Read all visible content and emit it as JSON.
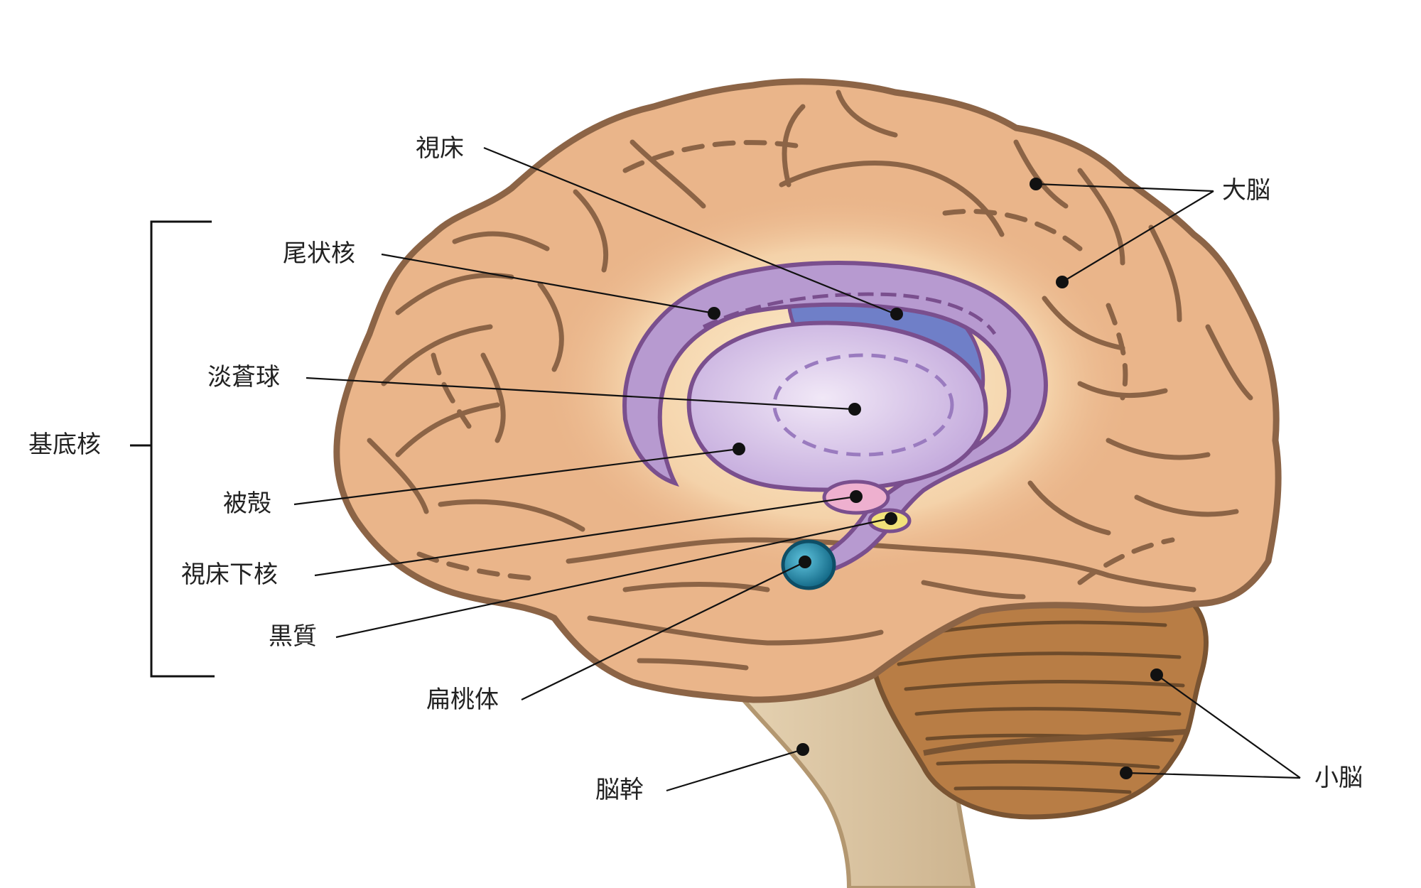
{
  "labels": {
    "thalamus": "視床",
    "caudate": "尾状核",
    "globus_pallidus": "淡蒼球",
    "basal_ganglia": "基底核",
    "putamen": "被殻",
    "subthalamic_nucleus": "視床下核",
    "substantia_nigra": "黒質",
    "amygdala": "扁桃体",
    "brainstem": "脳幹",
    "cerebrum": "大脳",
    "cerebellum": "小脳"
  },
  "colors": {
    "cerebrum": "#eab58a",
    "cerebrum_outline": "#8c6446",
    "cerebellum": "#b87d45",
    "brainstem": "#d9c4a3",
    "caudate": "#b79ad0",
    "putamen": "#d9c8e8",
    "thalamus": "#6f7fc8",
    "subthalamic_nucleus": "#eeb0cf",
    "substantia_nigra": "#f2e27a",
    "amygdala": "#1f8fb0"
  }
}
